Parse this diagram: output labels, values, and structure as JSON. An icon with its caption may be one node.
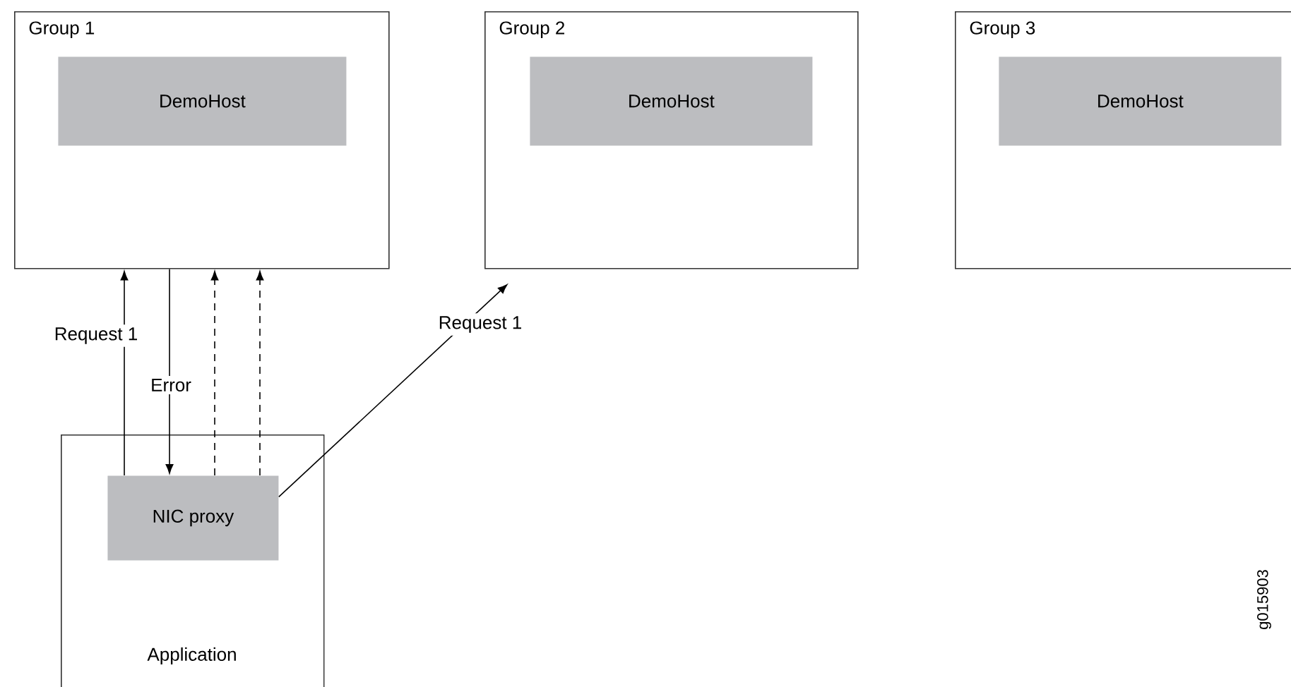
{
  "diagram": {
    "nodes": [
      {
        "text": [
          "Group 1"
        ]
      },
      {
        "text": [
          "DemoHost"
        ],
        "in": 0
      },
      {
        "text": [
          "Group 2"
        ]
      },
      {
        "text": [
          "DemoHost"
        ],
        "in": 2
      },
      {
        "text": [
          "Group 3"
        ]
      },
      {
        "text": [
          "DemoHost"
        ],
        "in": 4
      },
      {
        "text": [
          "Application"
        ]
      },
      {
        "text": [
          "NIC proxy"
        ],
        "in": 6
      }
    ],
    "edges": [
      {
        "from": 7,
        "to": 0,
        "arrow": "to",
        "label": "Request 1"
      },
      {
        "from": 0,
        "to": 7,
        "arrow": "to",
        "label": "Error"
      },
      {
        "from": 7,
        "to": 0,
        "arrow": "to",
        "style": "dashed"
      },
      {
        "from": 7,
        "to": 0,
        "arrow": "to",
        "style": "dashed"
      },
      {
        "from": 7,
        "to": 2,
        "arrow": "to",
        "label": "Request 1"
      }
    ],
    "labels": [
      "g015903"
    ]
  }
}
